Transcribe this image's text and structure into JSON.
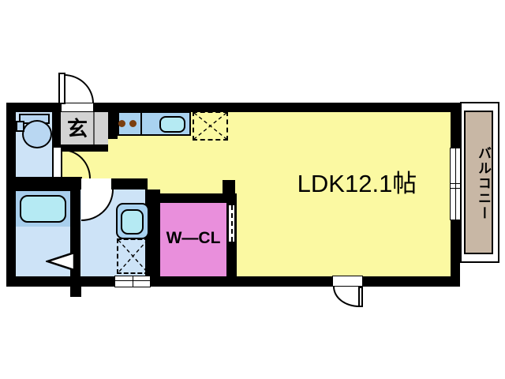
{
  "floor_plan": {
    "rooms": {
      "ldk": {
        "label": "LDK12.1帖",
        "color": "#FBF9A2"
      },
      "walk_in_closet": {
        "label": "W—CL",
        "color": "#E98FDC"
      },
      "entrance": {
        "label": "玄",
        "color": "#D3D3D3"
      },
      "balcony": {
        "label": "バルコニー",
        "color": "#C8B7A5"
      },
      "toilet_room": {
        "color": "#CDE3F7"
      },
      "bathroom": {
        "color": "#CDE3F7"
      },
      "washroom": {
        "color": "#CDE3F7"
      },
      "kitchen_counter": {
        "color": "#A9D2F0"
      }
    },
    "fixtures": [
      "toilet",
      "bathtub",
      "kitchen-sink",
      "stove-burners",
      "washbasin",
      "refrigerator-space",
      "washing-machine-space",
      "entrance-door",
      "toilet-door",
      "washroom-door",
      "bathroom-folding-door",
      "closet-sliding-door",
      "balcony-sliding-window",
      "washroom-window",
      "south-door"
    ],
    "colors": {
      "walls": "#000000",
      "fixture_water": "#B5EAF3",
      "fixture_blue": "#B9D7F2",
      "burners": "#7B3F10"
    }
  }
}
